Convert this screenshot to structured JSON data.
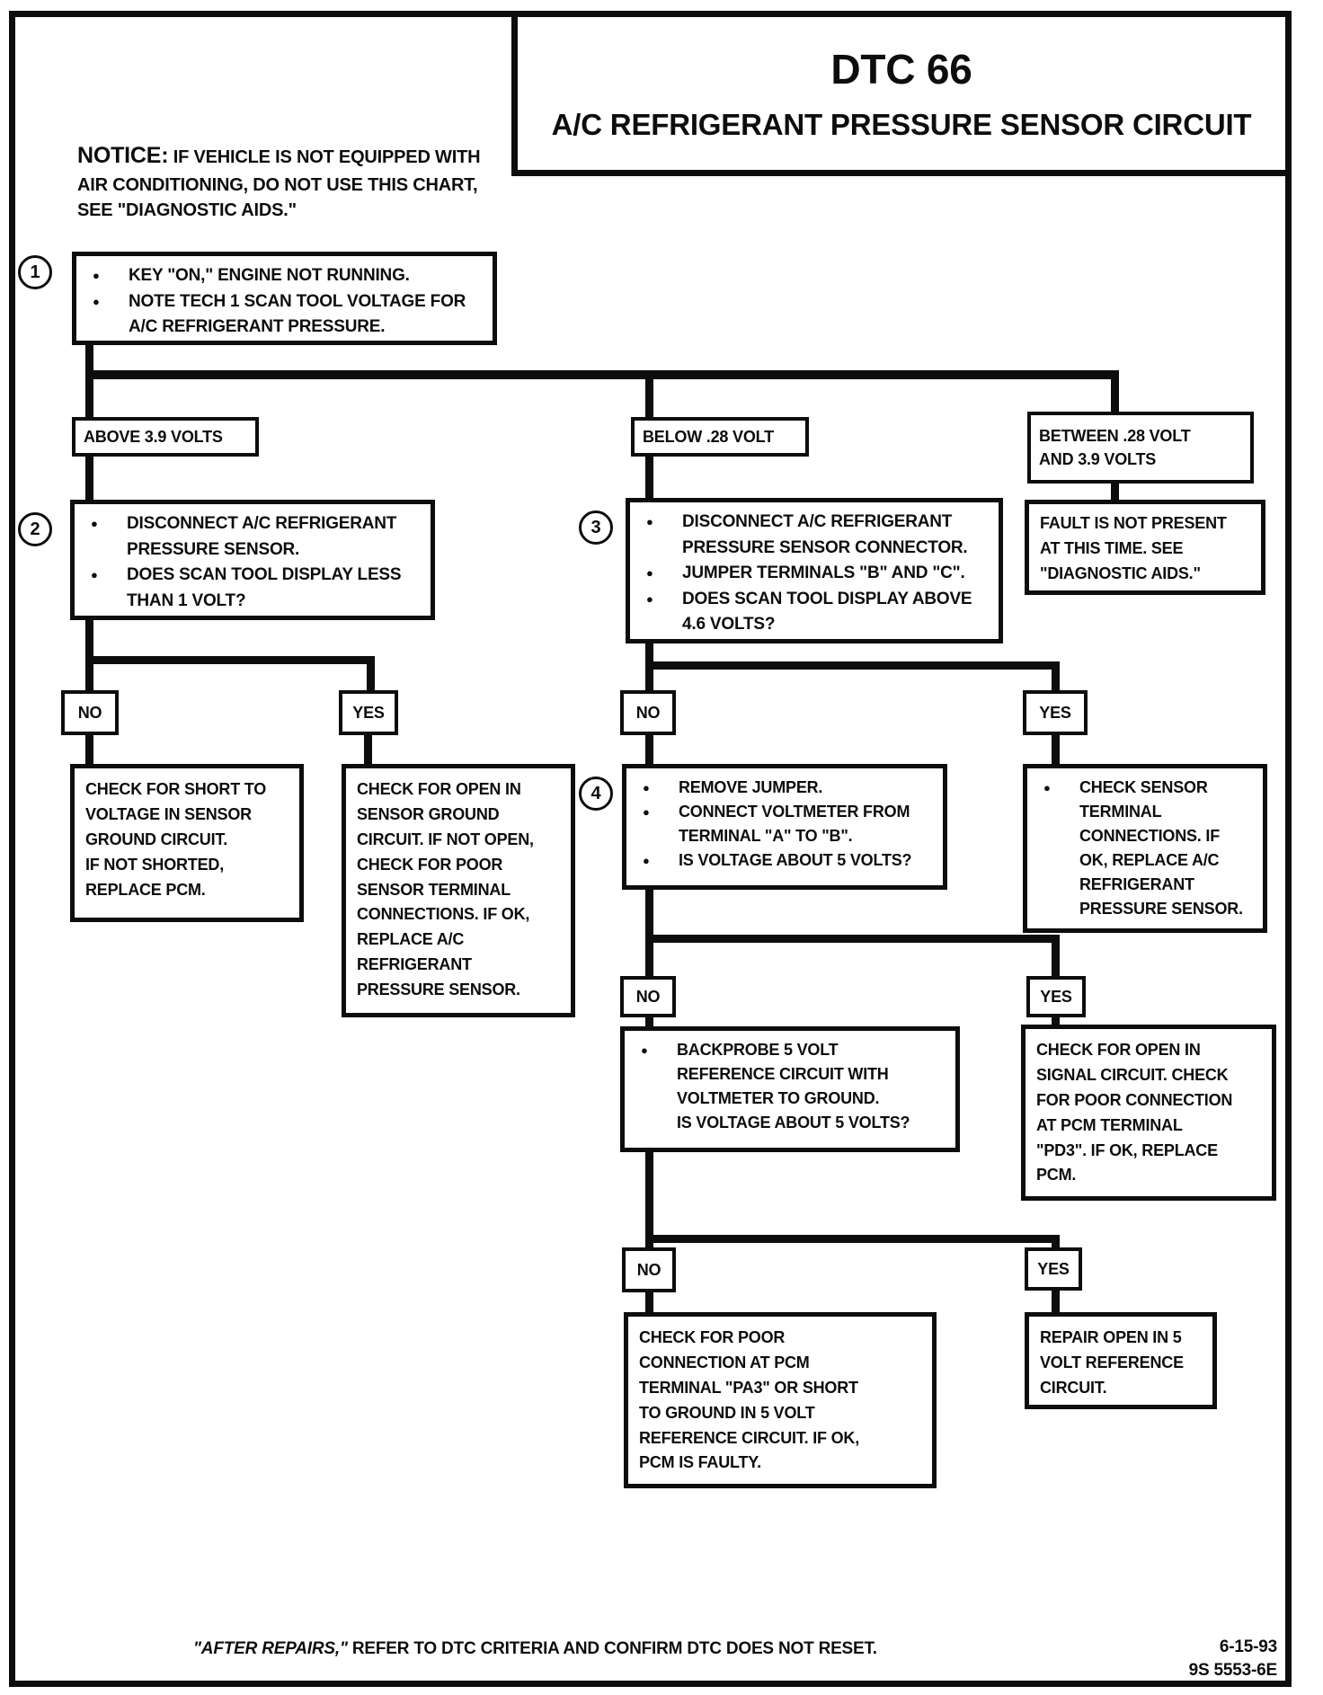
{
  "colors": {
    "ink": "#0d0d0d",
    "paper": "#ffffff"
  },
  "icons": {
    "bullet": "●"
  },
  "title": {
    "line1": "DTC 66",
    "line2": "A/C REFRIGERANT PRESSURE SENSOR CIRCUIT"
  },
  "notice": {
    "label": "NOTICE:",
    "text": "IF VEHICLE IS NOT EQUIPPED WITH\nAIR CONDITIONING, DO NOT USE THIS CHART,\nSEE \"DIAGNOSTIC AIDS.\""
  },
  "steps": {
    "step1": {
      "number": "1",
      "bullets": [
        "KEY \"ON,\" ENGINE NOT RUNNING.",
        "NOTE TECH 1 SCAN TOOL VOLTAGE FOR\nA/C REFRIGERANT PRESSURE."
      ]
    },
    "step2": {
      "number": "2",
      "bullets": [
        "DISCONNECT A/C REFRIGERANT\nPRESSURE SENSOR.",
        "DOES SCAN TOOL DISPLAY LESS\nTHAN 1 VOLT?"
      ]
    },
    "step3": {
      "number": "3",
      "bullets": [
        "DISCONNECT A/C REFRIGERANT\nPRESSURE SENSOR CONNECTOR.",
        "JUMPER TERMINALS \"B\" AND \"C\".",
        "DOES SCAN TOOL DISPLAY ABOVE\n4.6 VOLTS?"
      ]
    },
    "step4": {
      "number": "4",
      "bullets": [
        "REMOVE JUMPER.",
        "CONNECT VOLTMETER FROM\nTERMINAL \"A\" TO \"B\".",
        "IS VOLTAGE ABOUT 5 VOLTS?"
      ]
    },
    "backprobe": {
      "bullets": [
        "BACKPROBE 5 VOLT\nREFERENCE CIRCUIT WITH\nVOLTMETER TO GROUND.\nIS VOLTAGE ABOUT 5 VOLTS?"
      ]
    },
    "sensor_terminal": {
      "bullets": [
        "CHECK SENSOR\nTERMINAL\nCONNECTIONS. IF\nOK, REPLACE A/C\nREFRIGERANT\nPRESSURE SENSOR."
      ]
    }
  },
  "branches": {
    "above": "ABOVE 3.9 VOLTS",
    "below": "BELOW .28 VOLT",
    "between": "BETWEEN .28 VOLT\nAND 3.9 VOLTS"
  },
  "labels": {
    "no": "NO",
    "yes": "YES"
  },
  "results": {
    "fault_not_present": "FAULT IS NOT PRESENT\nAT THIS TIME. SEE\n\"DIAGNOSTIC AIDS.\"",
    "short_to_voltage": "CHECK FOR SHORT TO\nVOLTAGE IN SENSOR\nGROUND CIRCUIT.\nIF NOT SHORTED,\nREPLACE PCM.",
    "open_sensor_ground": "CHECK FOR OPEN IN\nSENSOR GROUND\nCIRCUIT. IF NOT OPEN,\nCHECK FOR POOR\nSENSOR TERMINAL\nCONNECTIONS. IF OK,\nREPLACE A/C\nREFRIGERANT\nPRESSURE SENSOR.",
    "open_signal": "CHECK FOR OPEN IN\nSIGNAL CIRCUIT. CHECK\nFOR POOR CONNECTION\nAT PCM TERMINAL\n\"PD3\". IF OK, REPLACE\nPCM.",
    "poor_connection_pa3": "CHECK FOR POOR\nCONNECTION AT PCM\nTERMINAL \"PA3\" OR SHORT\nTO GROUND IN 5 VOLT\nREFERENCE CIRCUIT. IF OK,\nPCM IS FAULTY.",
    "repair_open": "REPAIR OPEN IN 5\nVOLT REFERENCE\nCIRCUIT."
  },
  "footer": {
    "after_repairs": "\"AFTER REPAIRS,\"",
    "note": " REFER TO DTC CRITERIA AND CONFIRM DTC DOES NOT RESET.",
    "date": "6-15-93",
    "doc_number": "9S 5553-6E"
  }
}
